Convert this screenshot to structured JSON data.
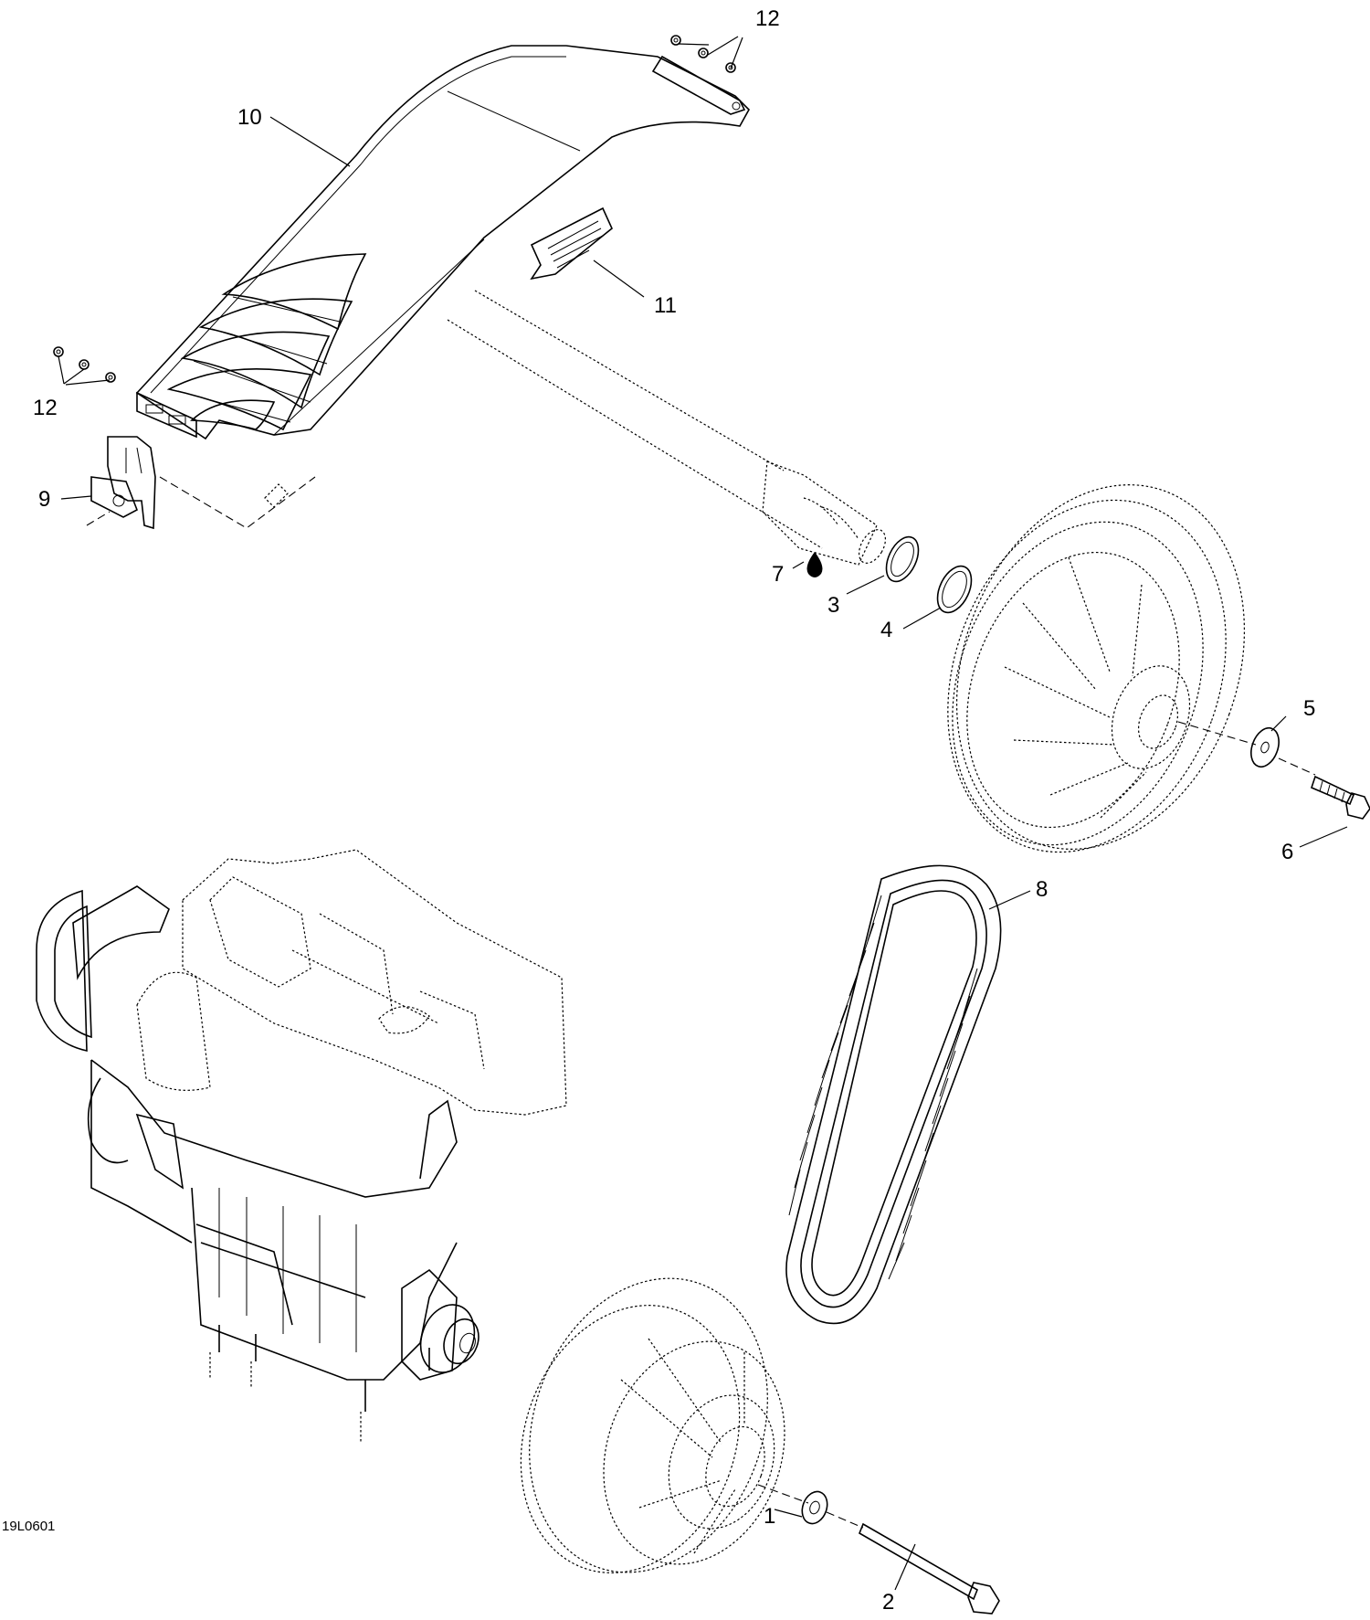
{
  "diagram": {
    "figure_id": "19L0601",
    "callouts": {
      "c1": "1",
      "c2": "2",
      "c3": "3",
      "c4": "4",
      "c5": "5",
      "c6": "6",
      "c7": "7",
      "c8": "8",
      "c9": "9",
      "c10": "10",
      "c11": "11",
      "c12a": "12",
      "c12b": "12"
    }
  }
}
